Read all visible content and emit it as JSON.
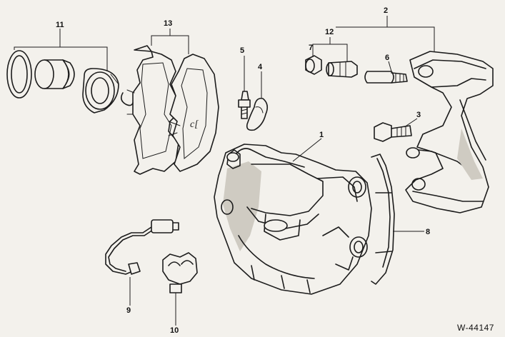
{
  "diagram": {
    "reference_code": "W-44147",
    "pad_mark": "c[",
    "callouts": {
      "c1": "1",
      "c2": "2",
      "c3": "3",
      "c4": "4",
      "c5": "5",
      "c6": "6",
      "c7": "7",
      "c8": "8",
      "c9": "9",
      "c10": "10",
      "c11": "11",
      "c12": "12",
      "c13": "13"
    }
  }
}
